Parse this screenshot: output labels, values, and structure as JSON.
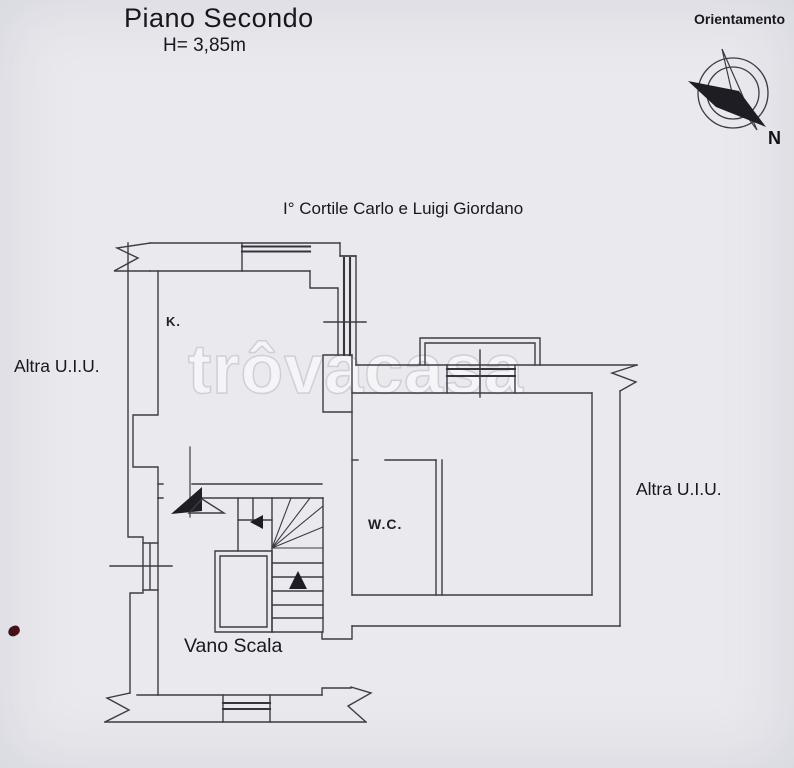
{
  "page": {
    "title": "Piano Secondo",
    "subtitle": "H= 3,85m"
  },
  "orientation": {
    "label": "Orientamento",
    "north_label": "N"
  },
  "floor_plan": {
    "courtyard_label": "I° Cortile Carlo e Luigi Giordano",
    "room_labels": {
      "kitchen": "K.",
      "wc": "W.C.",
      "stairwell": "Vano Scala"
    },
    "adjacent_unit_left": "Altra U.I.U.",
    "adjacent_unit_right": "Altra U.I.U."
  },
  "watermark": {
    "text": "trôvacasa"
  },
  "colors": {
    "paper": "#e9e9ee",
    "wall_line": "#3c3c45",
    "compass_needle": "#1d1d23"
  }
}
